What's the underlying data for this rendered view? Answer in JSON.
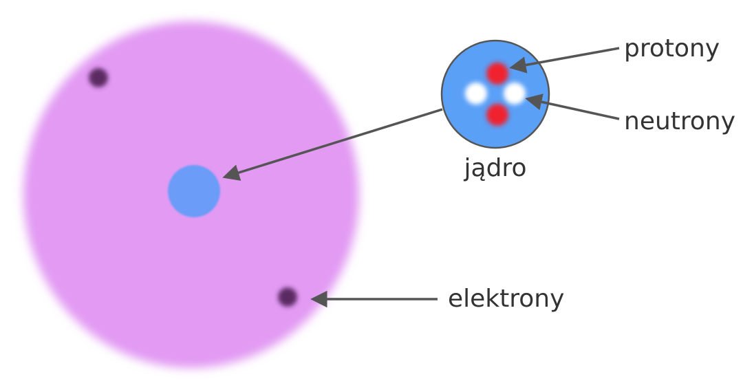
{
  "labels": {
    "protons": "protony",
    "neutrons": "neutrony",
    "nucleus": "jądro",
    "electrons": "elektrony"
  },
  "colors": {
    "cloud": "#e29af3",
    "nucleus": "#5aa0f7",
    "nucleus_small": "#6b9cf8",
    "proton": "#f0212d",
    "neutron": "#ffffff",
    "electron": "#5b2c64",
    "arrow": "#555555",
    "text": "#333333"
  }
}
